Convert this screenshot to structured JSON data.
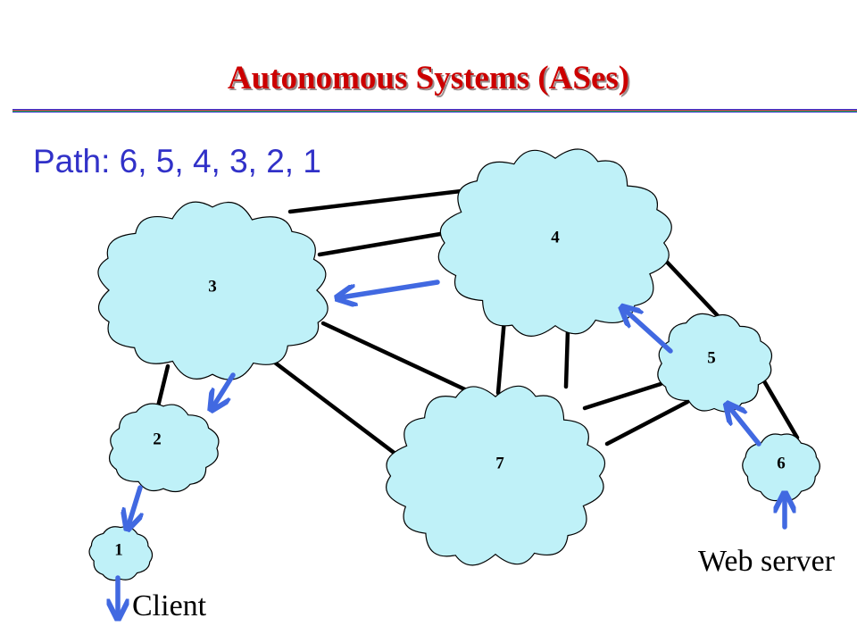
{
  "title": "Autonomous Systems (ASes)",
  "path_label": "Path: 6, 5, 4, 3, 2, 1",
  "client_label": "Client",
  "server_label": "Web server",
  "nodes": [
    {
      "id": "1",
      "label": "1"
    },
    {
      "id": "2",
      "label": "2"
    },
    {
      "id": "3",
      "label": "3"
    },
    {
      "id": "4",
      "label": "4"
    },
    {
      "id": "5",
      "label": "5"
    },
    {
      "id": "6",
      "label": "6"
    },
    {
      "id": "7",
      "label": "7"
    }
  ],
  "links": [
    [
      "3",
      "4"
    ],
    [
      "3",
      "4"
    ],
    [
      "3",
      "2"
    ],
    [
      "3",
      "7"
    ],
    [
      "3",
      "7"
    ],
    [
      "4",
      "7"
    ],
    [
      "4",
      "7"
    ],
    [
      "4",
      "5"
    ],
    [
      "5",
      "7"
    ],
    [
      "5",
      "7"
    ],
    [
      "5",
      "6"
    ]
  ],
  "route": [
    "6",
    "5",
    "4",
    "3",
    "2",
    "1"
  ],
  "colors": {
    "title": "#cc0000",
    "path_text": "#3131c8",
    "cloud_fill": "#bff1f8",
    "cloud_stroke": "#000000",
    "link": "#000000",
    "route_arrow": "#4169e1",
    "rule_colors": [
      "#3333cc",
      "#cc3366",
      "#33aa33",
      "#3333cc"
    ]
  }
}
